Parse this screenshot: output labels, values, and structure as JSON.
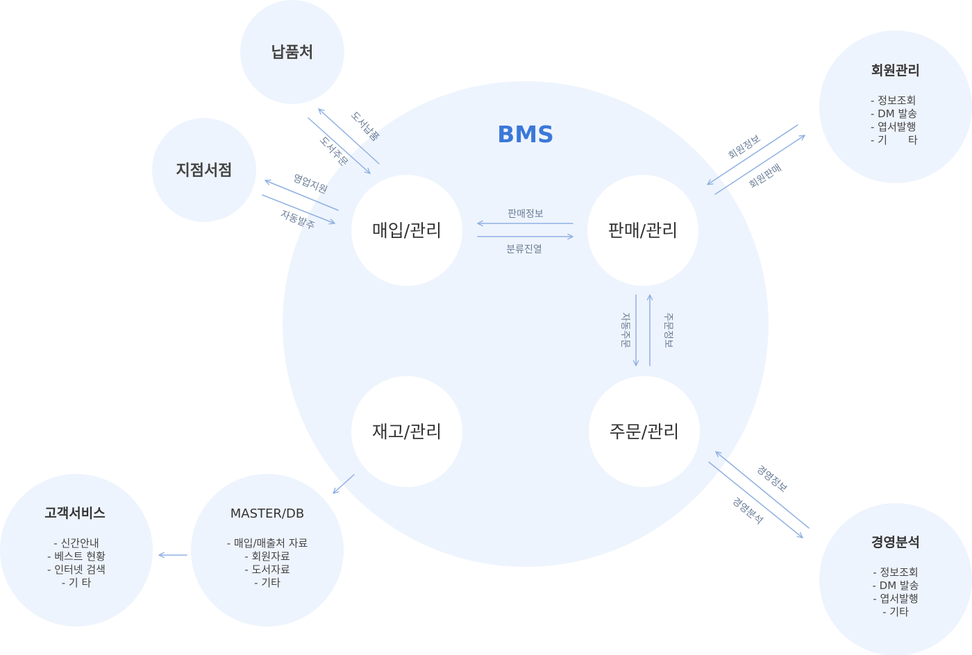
{
  "center": {
    "title": "BMS",
    "color": "#3b78d8"
  },
  "modules": {
    "purchase": "매입/관리",
    "sales": "판매/관리",
    "inventory": "재고/관리",
    "order": "주문/관리"
  },
  "external": {
    "supplier": {
      "title": "납품처"
    },
    "branch": {
      "title": "지점서점"
    },
    "member": {
      "title": "회원관리",
      "items": [
        "- 정보조회",
        "- DM 발송",
        "- 엽서발행",
        "- 기　　타"
      ]
    },
    "analysis": {
      "title": "경영분석",
      "items": [
        "- 정보조회",
        "- DM 발송",
        "- 엽서발행",
        "- 기타"
      ]
    },
    "customer": {
      "title": "고객서비스",
      "items": [
        "- 신간안내",
        "- 베스트 현황",
        "- 인터넷 검색",
        "- 기 타"
      ]
    },
    "master": {
      "title": "MASTER/DB",
      "items": [
        "- 매입/매출처 자료",
        "- 회원자료",
        "- 도서자료",
        "- 기타"
      ]
    }
  },
  "flows": {
    "book_delivery": "도서납품",
    "book_order": "도서주문",
    "sales_support": "영업지원",
    "auto_purchase": "자동발주",
    "sales_info": "판매정보",
    "category_display": "분류진열",
    "member_info": "회원정보",
    "member_sales": "회원판매",
    "auto_order": "자동주문",
    "order_info": "주문정보",
    "management_info": "경영정보",
    "management_analysis": "경영분석"
  },
  "colors": {
    "circle_fill": "#eef4fd",
    "arrow": "#8fb0e3",
    "accent": "#3b78d8"
  }
}
